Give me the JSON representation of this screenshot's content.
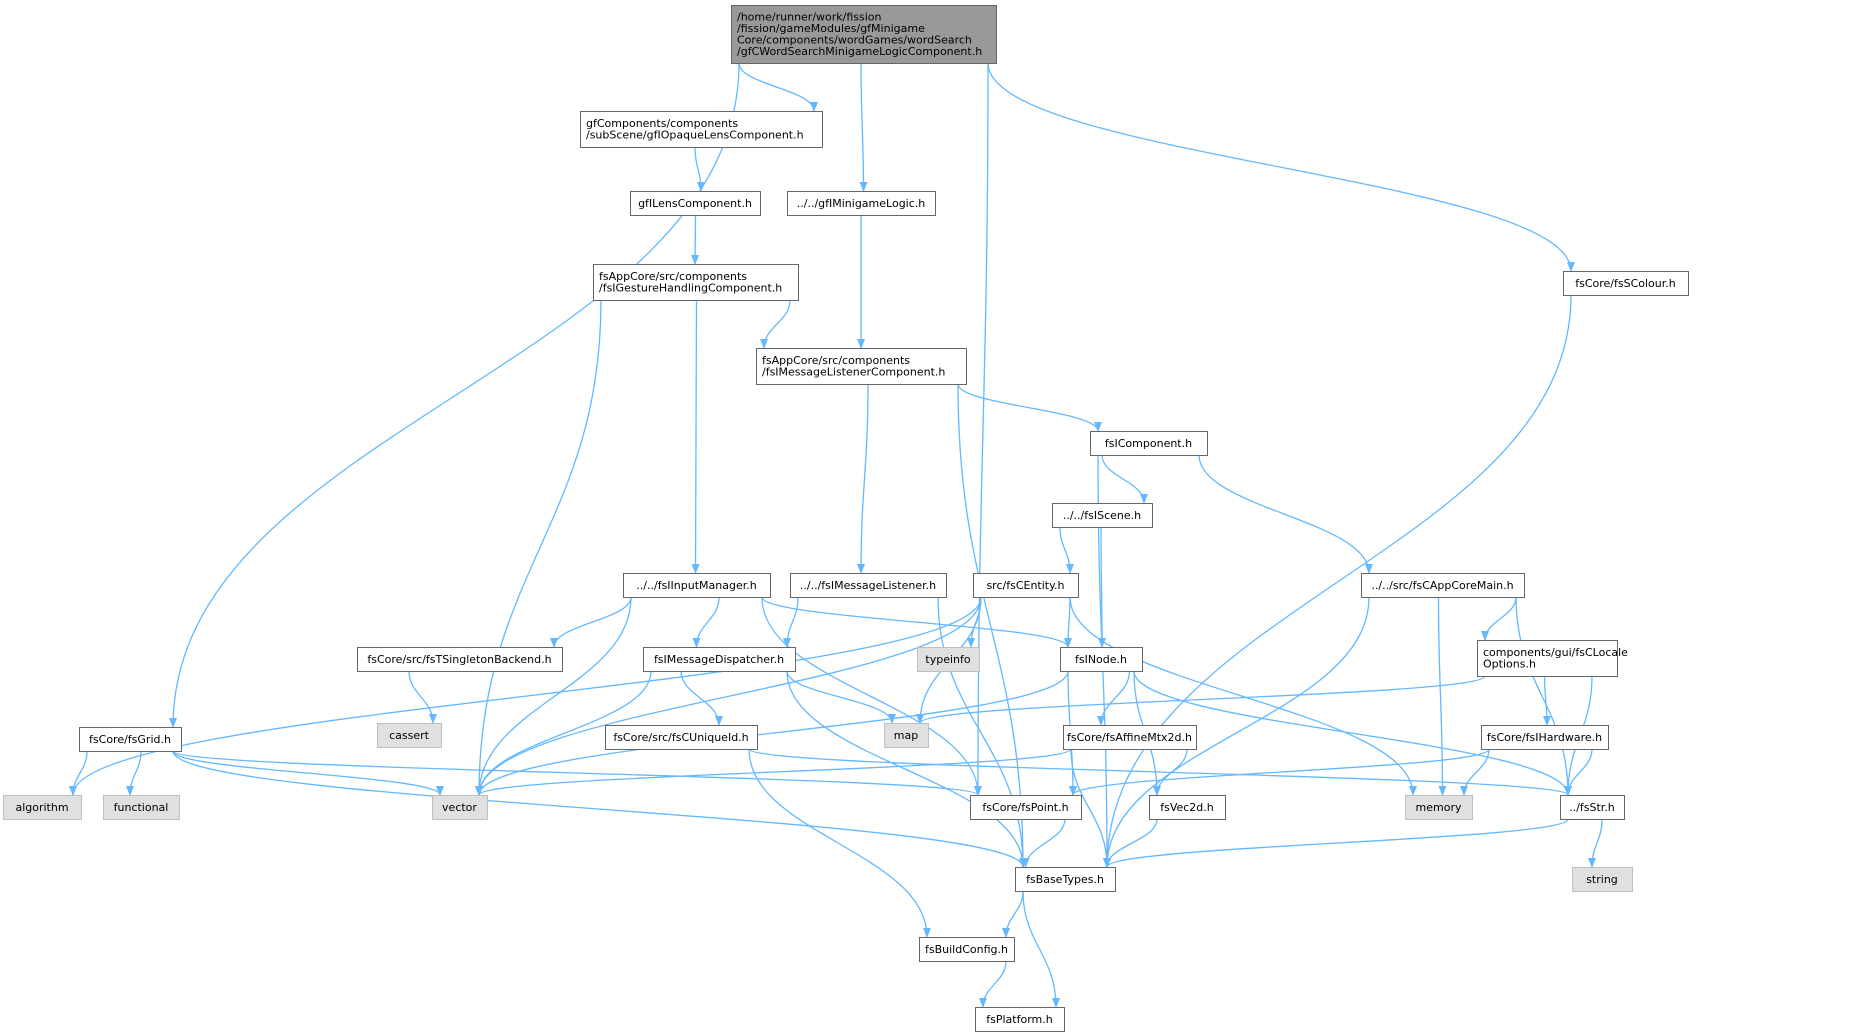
{
  "colors": {
    "edge": "#63b8ff",
    "node_border_normal": "#666666",
    "node_fill_normal": "#ffffff",
    "node_fill_root": "#999999",
    "node_border_system": "#bfbfbf",
    "node_fill_system": "#e0e0e0"
  },
  "nodes": [
    {
      "id": "root",
      "kind": "root",
      "lines": [
        "/home/runner/work/fission",
        "/fission/gameModules/gfMinigame",
        "Core/components/wordGames/wordSearch",
        "/gfCWordSearchMinigameLogicComponent.h"
      ]
    },
    {
      "id": "opaque_lens",
      "kind": "normal",
      "lines": [
        "gfComponents/components",
        "/subScene/gfIOpaqueLensComponent.h"
      ]
    },
    {
      "id": "lens",
      "kind": "normal",
      "lines": [
        "gfILensComponent.h"
      ]
    },
    {
      "id": "minigame_logic",
      "kind": "normal",
      "lines": [
        "../../gfIMinigameLogic.h"
      ]
    },
    {
      "id": "scolour",
      "kind": "normal",
      "lines": [
        "fsCore/fsSColour.h"
      ]
    },
    {
      "id": "gesture",
      "kind": "normal",
      "lines": [
        "fsAppCore/src/components",
        "/fsIGestureHandlingComponent.h"
      ]
    },
    {
      "id": "msg_listener_comp",
      "kind": "normal",
      "lines": [
        "fsAppCore/src/components",
        "/fsIMessageListenerComponent.h"
      ]
    },
    {
      "id": "icomponent",
      "kind": "normal",
      "lines": [
        "fsIComponent.h"
      ]
    },
    {
      "id": "iscene",
      "kind": "normal",
      "lines": [
        "../../fsIScene.h"
      ]
    },
    {
      "id": "input_manager",
      "kind": "normal",
      "lines": [
        "../../fsIInputManager.h"
      ]
    },
    {
      "id": "msg_listener",
      "kind": "normal",
      "lines": [
        "../../fsIMessageListener.h"
      ]
    },
    {
      "id": "centity",
      "kind": "normal",
      "lines": [
        "src/fsCEntity.h"
      ]
    },
    {
      "id": "appcoremain",
      "kind": "normal",
      "lines": [
        "../../src/fsCAppCoreMain.h"
      ]
    },
    {
      "id": "singleton",
      "kind": "normal",
      "lines": [
        "fsCore/src/fsTSingletonBackend.h"
      ]
    },
    {
      "id": "msg_dispatcher",
      "kind": "normal",
      "lines": [
        "fsIMessageDispatcher.h"
      ]
    },
    {
      "id": "typeinfo",
      "kind": "system",
      "lines": [
        "typeinfo"
      ]
    },
    {
      "id": "inode",
      "kind": "normal",
      "lines": [
        "fsINode.h"
      ]
    },
    {
      "id": "locale",
      "kind": "normal",
      "lines": [
        "components/gui/fsCLocale",
        "Options.h"
      ]
    },
    {
      "id": "cassert",
      "kind": "system",
      "lines": [
        "cassert"
      ]
    },
    {
      "id": "grid",
      "kind": "normal",
      "lines": [
        "fsCore/fsGrid.h"
      ]
    },
    {
      "id": "uniqueid",
      "kind": "normal",
      "lines": [
        "fsCore/src/fsCUniqueId.h"
      ]
    },
    {
      "id": "map",
      "kind": "system",
      "lines": [
        "map"
      ]
    },
    {
      "id": "affine",
      "kind": "normal",
      "lines": [
        "fsCore/fsAffineMtx2d.h"
      ]
    },
    {
      "id": "hardware",
      "kind": "normal",
      "lines": [
        "fsCore/fsIHardware.h"
      ]
    },
    {
      "id": "algorithm",
      "kind": "system",
      "lines": [
        "algorithm"
      ]
    },
    {
      "id": "functional",
      "kind": "system",
      "lines": [
        "functional"
      ]
    },
    {
      "id": "vector",
      "kind": "system",
      "lines": [
        "vector"
      ]
    },
    {
      "id": "point",
      "kind": "normal",
      "lines": [
        "fsCore/fsPoint.h"
      ]
    },
    {
      "id": "vec2d",
      "kind": "normal",
      "lines": [
        "fsVec2d.h"
      ]
    },
    {
      "id": "memory",
      "kind": "system",
      "lines": [
        "memory"
      ]
    },
    {
      "id": "str",
      "kind": "normal",
      "lines": [
        "../fsStr.h"
      ]
    },
    {
      "id": "basetypes",
      "kind": "normal",
      "lines": [
        "fsBaseTypes.h"
      ]
    },
    {
      "id": "string",
      "kind": "system",
      "lines": [
        "string"
      ]
    },
    {
      "id": "buildconfig",
      "kind": "normal",
      "lines": [
        "fsBuildConfig.h"
      ]
    },
    {
      "id": "platform",
      "kind": "normal",
      "lines": [
        "fsPlatform.h"
      ]
    }
  ],
  "edges": [
    [
      "root",
      "grid"
    ],
    [
      "root",
      "opaque_lens"
    ],
    [
      "root",
      "minigame_logic"
    ],
    [
      "root",
      "point"
    ],
    [
      "root",
      "scolour"
    ],
    [
      "opaque_lens",
      "lens"
    ],
    [
      "lens",
      "gesture"
    ],
    [
      "gesture",
      "msg_listener_comp"
    ],
    [
      "gesture",
      "input_manager"
    ],
    [
      "gesture",
      "vector"
    ],
    [
      "minigame_logic",
      "msg_listener_comp"
    ],
    [
      "msg_listener_comp",
      "icomponent"
    ],
    [
      "msg_listener_comp",
      "msg_listener"
    ],
    [
      "msg_listener_comp",
      "basetypes"
    ],
    [
      "icomponent",
      "iscene"
    ],
    [
      "icomponent",
      "appcoremain"
    ],
    [
      "icomponent",
      "basetypes"
    ],
    [
      "iscene",
      "centity"
    ],
    [
      "iscene",
      "inode"
    ],
    [
      "input_manager",
      "singleton"
    ],
    [
      "input_manager",
      "msg_dispatcher"
    ],
    [
      "input_manager",
      "inode"
    ],
    [
      "input_manager",
      "point"
    ],
    [
      "input_manager",
      "vector"
    ],
    [
      "msg_listener",
      "msg_dispatcher"
    ],
    [
      "msg_listener",
      "basetypes"
    ],
    [
      "centity",
      "algorithm"
    ],
    [
      "centity",
      "vector"
    ],
    [
      "centity",
      "typeinfo"
    ],
    [
      "centity",
      "map"
    ],
    [
      "centity",
      "inode"
    ],
    [
      "centity",
      "memory"
    ],
    [
      "appcoremain",
      "locale"
    ],
    [
      "appcoremain",
      "memory"
    ],
    [
      "appcoremain",
      "str"
    ],
    [
      "appcoremain",
      "basetypes"
    ],
    [
      "singleton",
      "cassert"
    ],
    [
      "msg_dispatcher",
      "uniqueid"
    ],
    [
      "msg_dispatcher",
      "map"
    ],
    [
      "msg_dispatcher",
      "vector"
    ],
    [
      "msg_dispatcher",
      "basetypes"
    ],
    [
      "inode",
      "affine"
    ],
    [
      "inode",
      "point"
    ],
    [
      "inode",
      "vec2d"
    ],
    [
      "inode",
      "str"
    ],
    [
      "inode",
      "vector"
    ],
    [
      "locale",
      "hardware"
    ],
    [
      "locale",
      "map"
    ],
    [
      "locale",
      "str"
    ],
    [
      "grid",
      "algorithm"
    ],
    [
      "grid",
      "functional"
    ],
    [
      "grid",
      "vector"
    ],
    [
      "grid",
      "point"
    ],
    [
      "grid",
      "basetypes"
    ],
    [
      "uniqueid",
      "buildconfig"
    ],
    [
      "uniqueid",
      "str"
    ],
    [
      "affine",
      "vector"
    ],
    [
      "affine",
      "vec2d"
    ],
    [
      "affine",
      "basetypes"
    ],
    [
      "hardware",
      "point"
    ],
    [
      "hardware",
      "memory"
    ],
    [
      "hardware",
      "str"
    ],
    [
      "point",
      "basetypes"
    ],
    [
      "vec2d",
      "basetypes"
    ],
    [
      "str",
      "string"
    ],
    [
      "str",
      "basetypes"
    ],
    [
      "scolour",
      "basetypes"
    ],
    [
      "basetypes",
      "buildconfig"
    ],
    [
      "basetypes",
      "platform"
    ],
    [
      "buildconfig",
      "platform"
    ]
  ]
}
